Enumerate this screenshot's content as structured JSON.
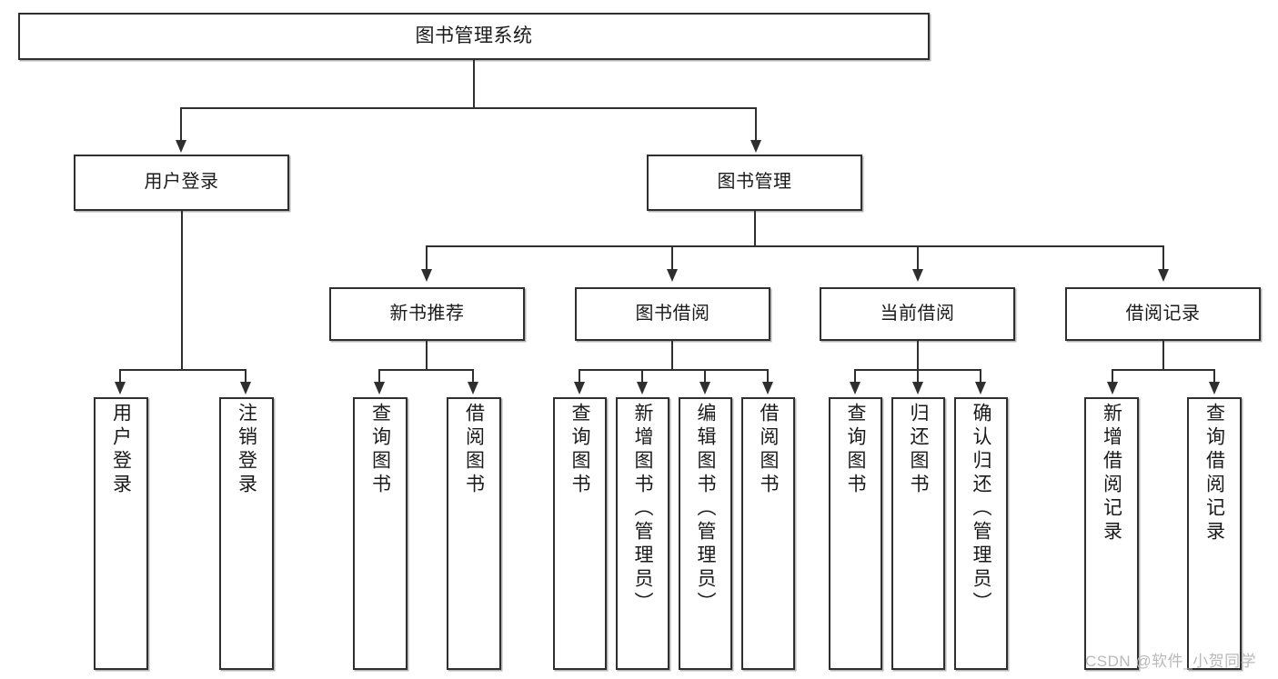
{
  "diagram": {
    "title": "图书管理系统",
    "type": "hierarchy-tree",
    "watermark": "CSDN @软件_小贺同学",
    "colors": {
      "box_border": "#2f2f2f",
      "box_fill": "#ffffff",
      "text": "#1a1a1a",
      "connector": "#2f2f2f",
      "watermark": "#b9b9b9",
      "background": "#ffffff"
    },
    "levels": {
      "level1": [
        {
          "id": "root",
          "label": "图书管理系统"
        }
      ],
      "level2": [
        {
          "id": "user-login",
          "label": "用户登录",
          "parent": "root"
        },
        {
          "id": "book-management",
          "label": "图书管理",
          "parent": "root"
        }
      ],
      "level3": [
        {
          "id": "new-book-recommend",
          "label": "新书推荐",
          "parent": "book-management"
        },
        {
          "id": "book-borrow",
          "label": "图书借阅",
          "parent": "book-management"
        },
        {
          "id": "current-borrow",
          "label": "当前借阅",
          "parent": "book-management"
        },
        {
          "id": "borrow-record",
          "label": "借阅记录",
          "parent": "book-management"
        }
      ],
      "level4": [
        {
          "id": "leaf-user-login",
          "label": "用户登录",
          "parent": "user-login"
        },
        {
          "id": "leaf-user-logout",
          "label": "注销登录",
          "parent": "user-login"
        },
        {
          "id": "leaf-query-book-1",
          "label": "查询图书",
          "parent": "new-book-recommend"
        },
        {
          "id": "leaf-borrow-book-1",
          "label": "借阅图书",
          "parent": "new-book-recommend"
        },
        {
          "id": "leaf-query-book-2",
          "label": "查询图书",
          "parent": "book-borrow"
        },
        {
          "id": "leaf-add-book",
          "label": "新增图书（管理员）",
          "parent": "book-borrow"
        },
        {
          "id": "leaf-edit-book",
          "label": "编辑图书（管理员）",
          "parent": "book-borrow"
        },
        {
          "id": "leaf-borrow-book-2",
          "label": "借阅图书",
          "parent": "book-borrow"
        },
        {
          "id": "leaf-query-book-3",
          "label": "查询图书",
          "parent": "current-borrow"
        },
        {
          "id": "leaf-return-book",
          "label": "归还图书",
          "parent": "current-borrow"
        },
        {
          "id": "leaf-confirm-return",
          "label": "确认归还（管理员）",
          "parent": "current-borrow"
        },
        {
          "id": "leaf-add-record",
          "label": "新增借阅记录",
          "parent": "borrow-record"
        },
        {
          "id": "leaf-query-record",
          "label": "查询借阅记录",
          "parent": "borrow-record"
        }
      ]
    }
  }
}
